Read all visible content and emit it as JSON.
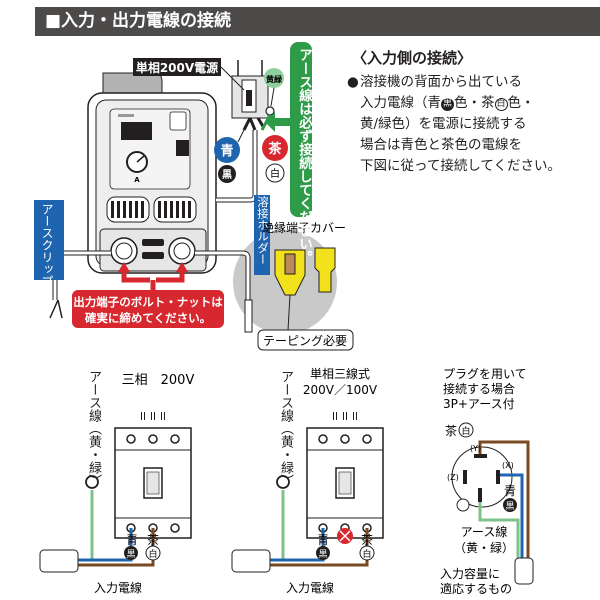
{
  "title": "■入力・出力電線の接続",
  "instructions": {
    "heading": "〈入力側の接続〉",
    "bullet": "●",
    "lines": [
      "溶接機の背面から出ている",
      "入力電線（青",
      "色・茶",
      "色・",
      "黄/緑色）を電源に接続する",
      "場合は青色と茶色の電線を",
      "下図に従って接続してください。"
    ],
    "badge_black": "黒",
    "badge_white": "白"
  },
  "top_illustration": {
    "power_source_label": "単相200V電源",
    "ground_wire_badge": "黄緑",
    "ground_callout": "アース線は必ず接続してください。",
    "blue_label": "青",
    "black_label": "黒",
    "brown_label": "茶",
    "white_label": "白",
    "earth_clip_label": "アースクリップ",
    "holder_label": "溶接ホルダー",
    "terminal_cover_label": "絶縁端子カバー",
    "taping_label": "テーピング必要",
    "bolt_callout": [
      "出力端子のボルト・ナットは",
      "確実に締めてください。"
    ],
    "panel_button_1": "アースクリップ",
    "panel_button_2": "溶接ホルダー",
    "dial_label": "A"
  },
  "diagrams": [
    {
      "title": "三相　200V",
      "ground_label": "アース線（黄・緑）",
      "blue_label": "青",
      "black_label": "黒",
      "brown_label": "茶",
      "white_label": "白",
      "cable_label": "入力電線"
    },
    {
      "title_line1": "単相三線式",
      "title_line2": "200V／100V",
      "ground_label": "アース線（黄・緑）",
      "blue_label": "青",
      "black_label": "黒",
      "brown_label": "茶",
      "white_label": "白",
      "no_connect_icon": "red-x-circle",
      "cable_label": "入力電線"
    },
    {
      "title_lines": [
        "プラグを用いて",
        "接続する場合",
        "3P+アース付"
      ],
      "brown_label": "茶",
      "white_label": "白",
      "pin_y": "(Y)",
      "pin_x": "(X)",
      "pin_z": "(Z)",
      "blue_label": "青",
      "black_label": "黒",
      "ground_label_line1": "アース線",
      "ground_label_line2": "（黄・緑）",
      "note_lines": [
        "入力容量に",
        "適応するもの"
      ]
    }
  ],
  "colors": {
    "title_bg": "#4d4a4a",
    "blue": "#1f64ae",
    "brown": "#7a4b22",
    "green": "#2e9b48",
    "ground_wire": "#7cc38a",
    "red": "#d7282f",
    "yellow": "#f2e21b",
    "gray_circle": "#c9c9c9"
  }
}
